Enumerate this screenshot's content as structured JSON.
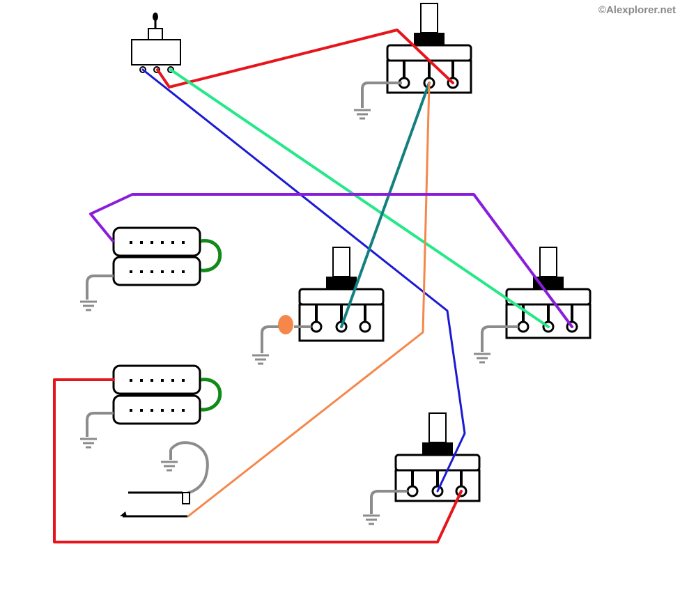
{
  "credit": "©Alexplorer.net",
  "colors": {
    "outline": "#000000",
    "ground": "#8c8c8c",
    "red": "#e6151b",
    "blue": "#1a1ad4",
    "mint": "#25e889",
    "teal": "#138080",
    "orange": "#f5874a",
    "purple": "#8a1ddc",
    "coil_link": "#118a1a",
    "cap": "#f5874a"
  },
  "components": [
    {
      "name": "toggle-switch",
      "kind": "3-way switch"
    },
    {
      "name": "potentiometer",
      "kind": "pot",
      "count": 4
    },
    {
      "name": "humbucker-pickup",
      "kind": "pickup",
      "count": 2
    },
    {
      "name": "output-jack",
      "kind": "jack"
    },
    {
      "name": "capacitor",
      "kind": "cap"
    }
  ]
}
